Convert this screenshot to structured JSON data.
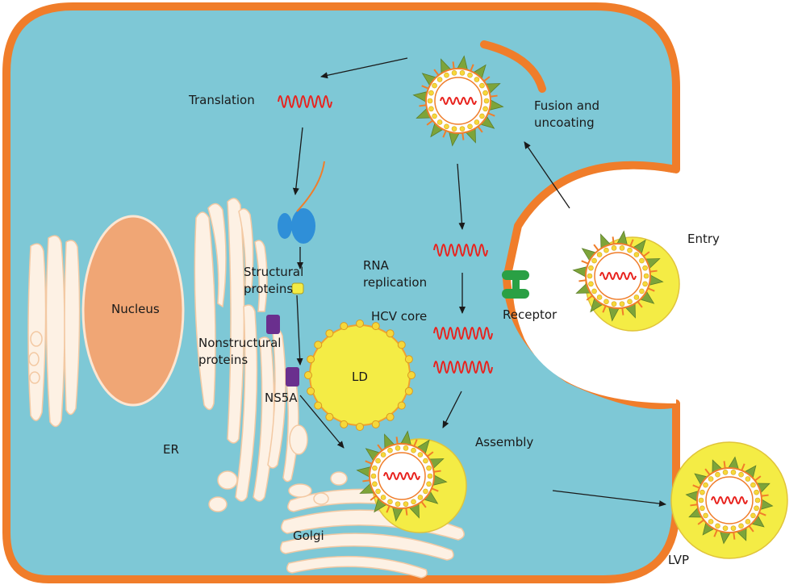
{
  "labels": {
    "translation": "Translation",
    "fusion_line1": "Fusion and",
    "fusion_line2": "uncoating",
    "entry": "Entry",
    "structural_line1": "Structural",
    "structural_line2": "proteins",
    "rna_line1": "RNA",
    "rna_line2": "replication",
    "nucleus": "Nucleus",
    "hcv_core": "HCV core",
    "receptor": "Receptor",
    "nonstructural_line1": "Nonstructural",
    "nonstructural_line2": "proteins",
    "ld": "LD",
    "ns5a": "NS5A",
    "er": "ER",
    "assembly": "Assembly",
    "golgi": "Golgi",
    "lvp": "LVP"
  },
  "colors": {
    "cytoplasm": "#7ec8d6",
    "membrane": "#f07d2a",
    "organelle": "#fdf1e4",
    "organelle_edge": "#f3c9a3",
    "nucleus": "#f0a675",
    "rna": "#e8231e",
    "spike": "#7da43a",
    "lipid_yellow": "#f4ec45",
    "envelope_beads": "#f6d83a",
    "receptor": "#2aa044",
    "ribosome": "#2f8fd8",
    "ns_protein": "#6a2f8e"
  }
}
